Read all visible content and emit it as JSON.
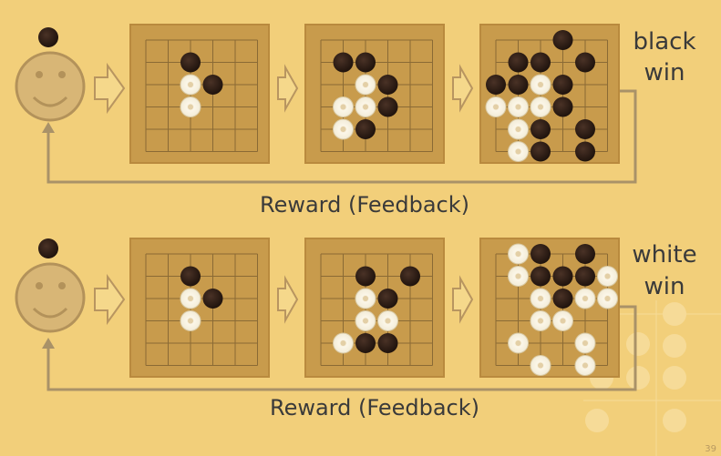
{
  "rows": [
    {
      "result_line1": "black",
      "result_line2": "win",
      "feedback": "Reward (Feedback)",
      "boards": [
        {
          "stones": [
            {
              "c": 2,
              "r": 1,
              "color": "black"
            },
            {
              "c": 3,
              "r": 2,
              "color": "black"
            },
            {
              "c": 2,
              "r": 2,
              "color": "white"
            },
            {
              "c": 2,
              "r": 3,
              "color": "white"
            }
          ]
        },
        {
          "stones": [
            {
              "c": 1,
              "r": 1,
              "color": "black"
            },
            {
              "c": 2,
              "r": 1,
              "color": "black"
            },
            {
              "c": 3,
              "r": 2,
              "color": "black"
            },
            {
              "c": 3,
              "r": 3,
              "color": "black"
            },
            {
              "c": 2,
              "r": 4,
              "color": "black"
            },
            {
              "c": 2,
              "r": 2,
              "color": "white"
            },
            {
              "c": 2,
              "r": 3,
              "color": "white"
            },
            {
              "c": 1,
              "r": 3,
              "color": "white"
            },
            {
              "c": 1,
              "r": 4,
              "color": "white"
            }
          ]
        },
        {
          "stones": [
            {
              "c": 3,
              "r": 0,
              "color": "black"
            },
            {
              "c": 4,
              "r": 1,
              "color": "black"
            },
            {
              "c": 1,
              "r": 1,
              "color": "black"
            },
            {
              "c": 2,
              "r": 1,
              "color": "black"
            },
            {
              "c": 0,
              "r": 2,
              "color": "black"
            },
            {
              "c": 1,
              "r": 2,
              "color": "black"
            },
            {
              "c": 3,
              "r": 2,
              "color": "black"
            },
            {
              "c": 3,
              "r": 3,
              "color": "black"
            },
            {
              "c": 2,
              "r": 4,
              "color": "black"
            },
            {
              "c": 4,
              "r": 4,
              "color": "black"
            },
            {
              "c": 2,
              "r": 5,
              "color": "black"
            },
            {
              "c": 4,
              "r": 5,
              "color": "black"
            },
            {
              "c": 2,
              "r": 2,
              "color": "white"
            },
            {
              "c": 2,
              "r": 3,
              "color": "white"
            },
            {
              "c": 1,
              "r": 3,
              "color": "white"
            },
            {
              "c": 0,
              "r": 3,
              "color": "white"
            },
            {
              "c": 1,
              "r": 4,
              "color": "white"
            },
            {
              "c": 1,
              "r": 5,
              "color": "white"
            }
          ]
        }
      ]
    },
    {
      "result_line1": "white",
      "result_line2": "win",
      "feedback": "Reward (Feedback)",
      "boards": [
        {
          "stones": [
            {
              "c": 2,
              "r": 1,
              "color": "black"
            },
            {
              "c": 3,
              "r": 2,
              "color": "black"
            },
            {
              "c": 2,
              "r": 2,
              "color": "white"
            },
            {
              "c": 2,
              "r": 3,
              "color": "white"
            }
          ]
        },
        {
          "stones": [
            {
              "c": 2,
              "r": 1,
              "color": "black"
            },
            {
              "c": 4,
              "r": 1,
              "color": "black"
            },
            {
              "c": 3,
              "r": 2,
              "color": "black"
            },
            {
              "c": 2,
              "r": 4,
              "color": "black"
            },
            {
              "c": 3,
              "r": 4,
              "color": "black"
            },
            {
              "c": 2,
              "r": 2,
              "color": "white"
            },
            {
              "c": 2,
              "r": 3,
              "color": "white"
            },
            {
              "c": 3,
              "r": 3,
              "color": "white"
            },
            {
              "c": 1,
              "r": 4,
              "color": "white"
            }
          ]
        },
        {
          "stones": [
            {
              "c": 1,
              "r": 0,
              "color": "white"
            },
            {
              "c": 1,
              "r": 1,
              "color": "white"
            },
            {
              "c": 2,
              "r": 0,
              "color": "black"
            },
            {
              "c": 4,
              "r": 0,
              "color": "black"
            },
            {
              "c": 2,
              "r": 1,
              "color": "black"
            },
            {
              "c": 3,
              "r": 1,
              "color": "black"
            },
            {
              "c": 4,
              "r": 1,
              "color": "black"
            },
            {
              "c": 5,
              "r": 1,
              "color": "white"
            },
            {
              "c": 3,
              "r": 2,
              "color": "black"
            },
            {
              "c": 2,
              "r": 2,
              "color": "white"
            },
            {
              "c": 4,
              "r": 2,
              "color": "white"
            },
            {
              "c": 5,
              "r": 2,
              "color": "white"
            },
            {
              "c": 2,
              "r": 3,
              "color": "white"
            },
            {
              "c": 3,
              "r": 3,
              "color": "white"
            },
            {
              "c": 1,
              "r": 4,
              "color": "white"
            },
            {
              "c": 4,
              "r": 4,
              "color": "white"
            },
            {
              "c": 2,
              "r": 5,
              "color": "white"
            },
            {
              "c": 4,
              "r": 5,
              "color": "white"
            }
          ]
        }
      ]
    }
  ],
  "page_number": "39",
  "colors": {
    "background": "#f2cf7a",
    "board": "#c89b4c",
    "board_border": "#b98a3e",
    "grid": "#8a6a35",
    "face": "#d8b676",
    "face_outline": "#b3925a",
    "arrow_fill": "#f5d88b",
    "arrow_outline": "#b89560",
    "feedback_line": "#a99268",
    "black_stone": "#2b1a12",
    "white_stone": "#f6f0df"
  }
}
